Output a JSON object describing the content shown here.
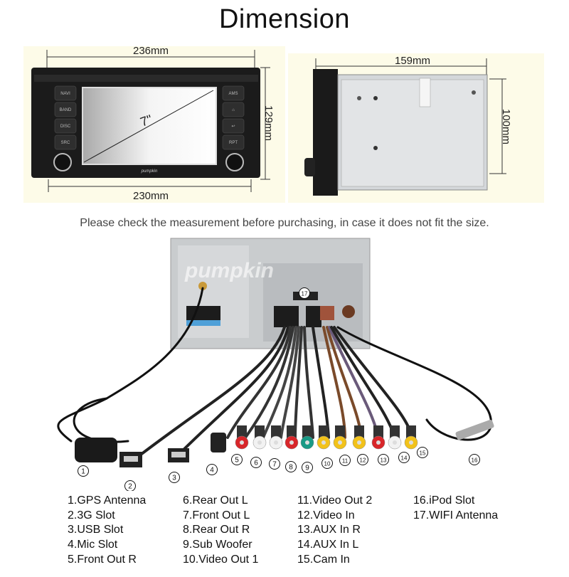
{
  "title": "Dimension",
  "dimensions": {
    "front_width_top": "236mm",
    "front_width_bottom": "230mm",
    "front_height": "129mm",
    "screen_size": "7\"",
    "depth": "159mm",
    "chassis_height": "100mm"
  },
  "device": {
    "brand": "pumpkin",
    "left_buttons": [
      "NAVI",
      "BAND",
      "DISC",
      "SRC"
    ],
    "right_buttons": [
      "AMS",
      "⌂",
      "↩",
      "RPT"
    ]
  },
  "note": "Please check the measurement before purchasing, in case it does not fit the size.",
  "watermark": "pumpkin",
  "callouts": [
    "1",
    "2",
    "3",
    "4",
    "5",
    "6",
    "7",
    "8",
    "9",
    "10",
    "11",
    "12",
    "13",
    "14",
    "15",
    "16",
    "17"
  ],
  "legend": {
    "columns": [
      [
        "1.GPS Antenna",
        "2.3G Slot",
        "3.USB Slot",
        "4.Mic Slot",
        "5.Front Out R"
      ],
      [
        "6.Rear Out L",
        "7.Front Out L",
        "8.Rear Out R",
        "9.Sub Woofer",
        "10.Video Out 1"
      ],
      [
        "11.Video Out 2",
        "12.Video In",
        "13.AUX In R",
        "14.AUX In L",
        "15.Cam In"
      ],
      [
        "16.iPod Slot",
        "17.WIFI Antenna"
      ]
    ]
  },
  "colors": {
    "panel": "#fdfbe8",
    "rca_red": "#d8262a",
    "rca_white": "#f2f2f2",
    "rca_yellow": "#f2c21a",
    "rca_green": "#1a9a86"
  }
}
